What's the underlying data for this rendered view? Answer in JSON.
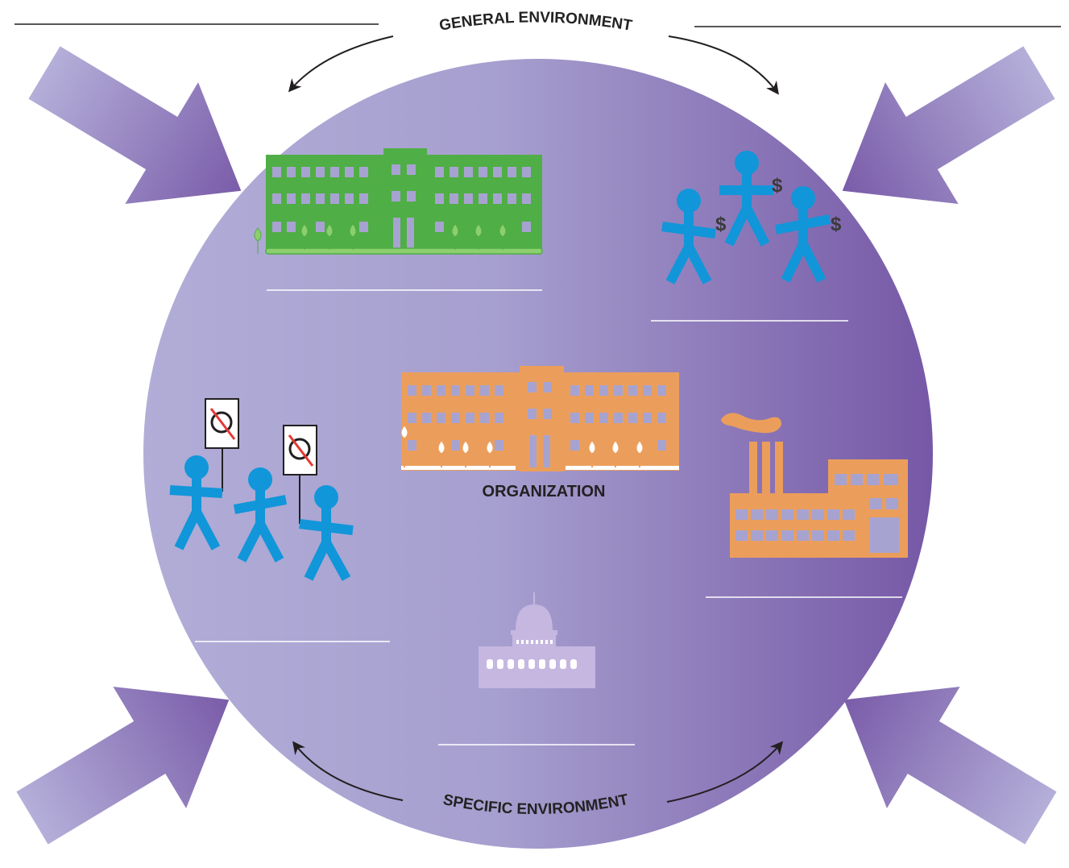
{
  "labels": {
    "general_environment": "GENERAL ENVIRONMENT",
    "specific_environment": "SPECIFIC ENVIRONMENT",
    "organization": "ORGANIZATION",
    "money_symbol": "$"
  },
  "colors": {
    "circle_light": "#b0abd6",
    "circle_dark": "#7657a6",
    "arrow_light": "#b4afd9",
    "arrow_dark": "#7458a6",
    "green_building": "#4fae45",
    "green_tree": "#8ccf6e",
    "orange": "#eb9e5b",
    "blue_people": "#1196d9",
    "capitol": "#c5b7e0",
    "line_white": "#ffffff",
    "line_black": "#231f20"
  },
  "icons": [
    "green-school-building-icon",
    "investors-with-money-icon",
    "protesters-with-signs-icon",
    "organization-building-icon",
    "factory-icon",
    "capitol-building-icon"
  ]
}
